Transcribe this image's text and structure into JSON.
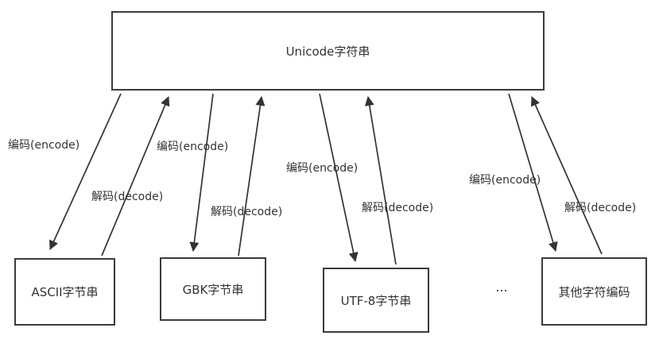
{
  "diagram": {
    "top_node": {
      "label": "Unicode字符串"
    },
    "bottom_nodes": [
      {
        "label": "ASCII字节串"
      },
      {
        "label": "GBK字节串"
      },
      {
        "label": "UTF-8字节串"
      },
      {
        "label": "其他字符编码"
      }
    ],
    "ellipsis": "...",
    "edges": [
      {
        "encode_label": "编码(encode)",
        "decode_label": "解码(decode)"
      },
      {
        "encode_label": "编码(encode)",
        "decode_label": "解码(decode)"
      },
      {
        "encode_label": "编码(encode)",
        "decode_label": "解码(decode)"
      },
      {
        "encode_label": "编码(encode)",
        "decode_label": "解码(decode)"
      }
    ],
    "colors": {
      "line": "#333333",
      "border": "#3b3b3b",
      "text": "#333333",
      "background": "#ffffff"
    }
  }
}
